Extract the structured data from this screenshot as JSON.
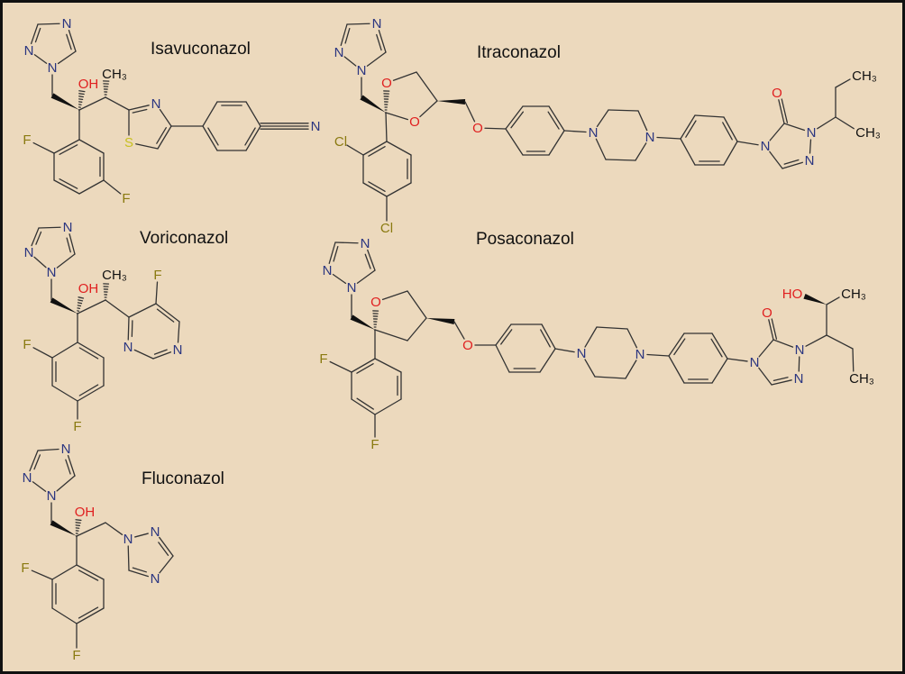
{
  "colors": {
    "background": "#ecd9bd",
    "bond": "#333333",
    "nitrogen": "#2a3580",
    "oxygen": "#e02020",
    "halogen": "#8a7a10",
    "sulfur": "#c8c020"
  },
  "molecules": [
    {
      "name": "Isavuconazol",
      "atoms": [
        "N",
        "N",
        "N",
        "OH",
        "CH₃",
        "N",
        "S",
        "N",
        "F",
        "F"
      ]
    },
    {
      "name": "Voriconazol",
      "atoms": [
        "N",
        "N",
        "N",
        "OH",
        "CH₃",
        "F",
        "N",
        "N",
        "F",
        "F"
      ]
    },
    {
      "name": "Fluconazol",
      "atoms": [
        "N",
        "N",
        "N",
        "OH",
        "N",
        "N",
        "N",
        "F",
        "F"
      ]
    },
    {
      "name": "Itraconazol",
      "atoms": [
        "N",
        "N",
        "N",
        "O",
        "O",
        "O",
        "N",
        "N",
        "N",
        "O",
        "N",
        "N",
        "CH₃",
        "CH₃",
        "Cl",
        "Cl"
      ]
    },
    {
      "name": "Posaconazol",
      "atoms": [
        "N",
        "N",
        "N",
        "O",
        "O",
        "N",
        "N",
        "N",
        "O",
        "N",
        "N",
        "HO",
        "CH₃",
        "CH₃",
        "F",
        "F"
      ]
    }
  ]
}
